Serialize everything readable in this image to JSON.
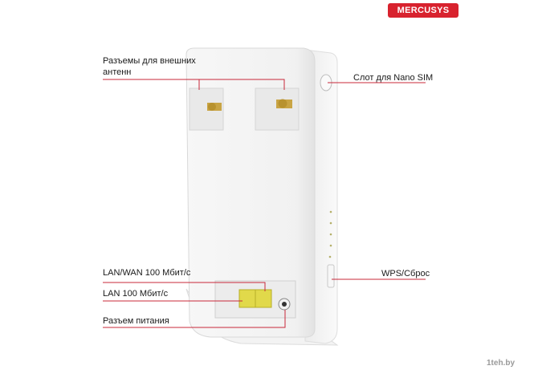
{
  "brand": {
    "logo_text": "MERCUSYS",
    "color": "#d8222e"
  },
  "callouts": {
    "antenna_line1": "Разъемы для внешних",
    "antenna_line2": "антенн",
    "sim_slot": "Слот для Nano SIM",
    "wps_reset": "WPS/Сброс",
    "lan_wan": "LAN/WAN 100 Мбит/с",
    "lan": "LAN 100 Мбит/с",
    "power": "Разъем питания"
  },
  "watermark": "1teh.by",
  "line_color": "#c8283a"
}
